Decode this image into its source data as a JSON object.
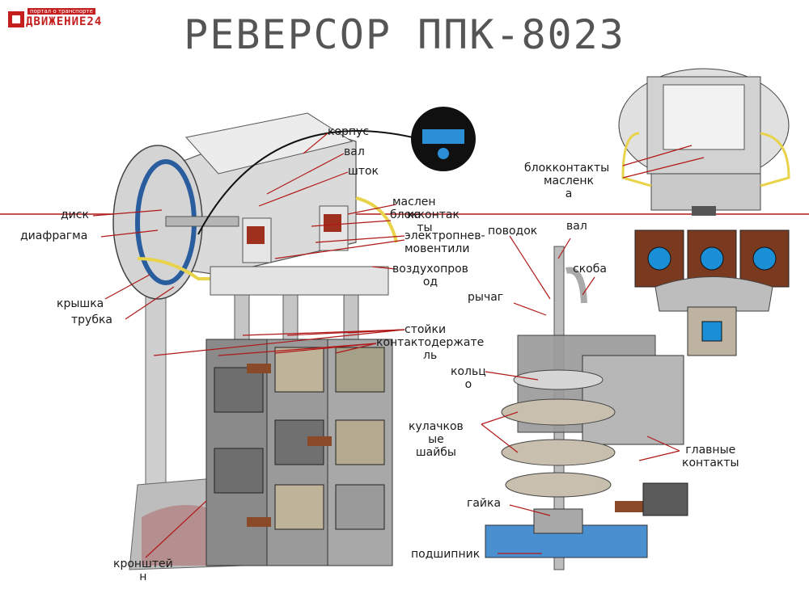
{
  "logo": {
    "tagline": "портал о транспорте",
    "name": "ДВИЖЕНИЕ24"
  },
  "title": "РЕВЕРСОР ППК-8023",
  "labels": {
    "korpus": "корпус",
    "val1": "вал",
    "shtok": "шток",
    "maslenka1": "маслен\nка",
    "blokkontakty1": "блокконтак\nты",
    "elektropnev": "электропнев-\nмовентили",
    "vozduhoprovod": "воздухопров\nод",
    "disk": "диск",
    "diafragma": "диафрагма",
    "kryshka": "крышка",
    "trubka": "трубка",
    "stoiki": "стойки",
    "kontaktoderzhatel": "контактодержате\nль",
    "kronshtein": "кронштей\nн",
    "povodok": "поводок",
    "val2": "вал",
    "skoba": "скоба",
    "rychag": "рычаг",
    "koltso": "кольц\nо",
    "kulachkovye": "кулачков\nые\nшайбы",
    "glavnye": "главные\nконтакты",
    "gaika": "гайка",
    "podshipnik": "подшипник",
    "blokkontakty2": "блокконтакты",
    "maslenka2": "масленк\nа"
  },
  "colors": {
    "title": "#555555",
    "brand": "#c41e1e",
    "leader": "#b01818",
    "metal": "#c9c9c9",
    "metal_dark": "#7d7d7d",
    "copper": "#8a4a2a",
    "blue": "#1a8fd6",
    "yellow": "#e8d34a"
  }
}
